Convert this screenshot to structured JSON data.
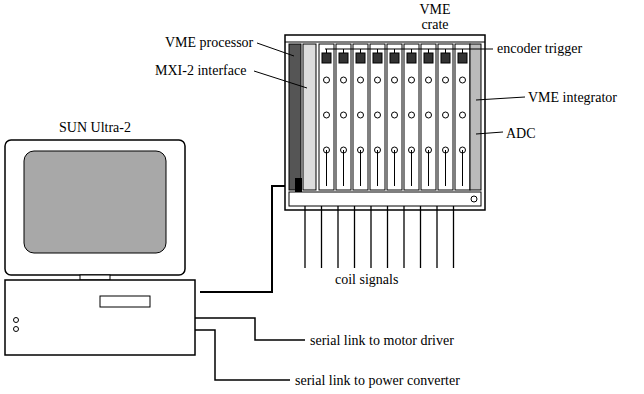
{
  "diagram": {
    "nodes": [
      {
        "text": [
          "SUN Ultra-2"
        ]
      },
      {
        "text": [
          "VME crate"
        ]
      }
    ],
    "edges": [
      {
        "from": 0,
        "to": 1,
        "arrow": "none"
      }
    ],
    "labels": [
      "VME processor",
      "MXI-2 interface",
      "encoder trigger",
      "VME integrator",
      "ADC",
      "coil signals",
      "serial link to motor driver",
      "serial link to power converter"
    ]
  }
}
